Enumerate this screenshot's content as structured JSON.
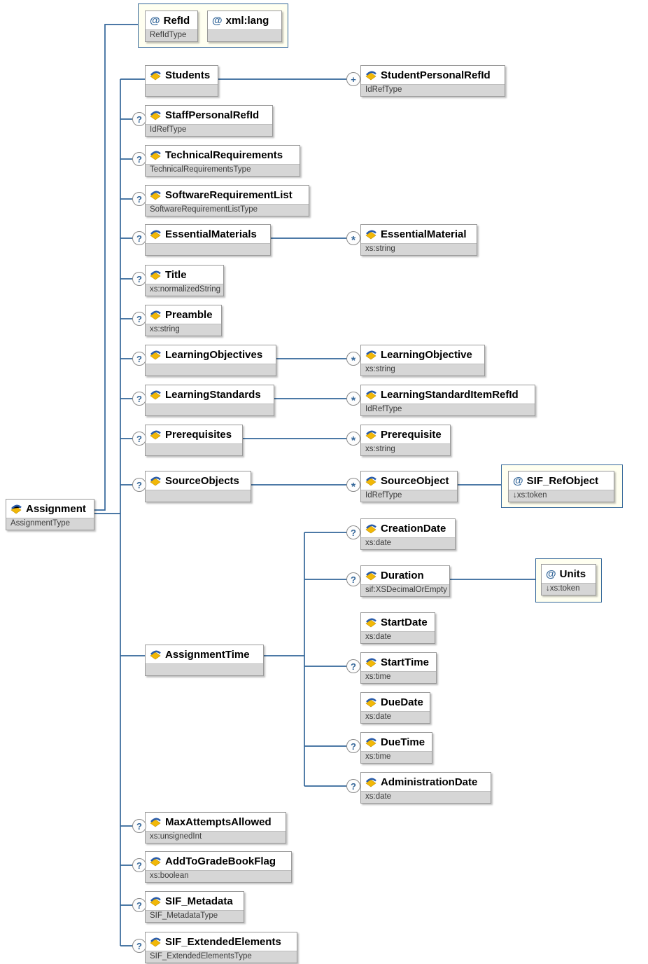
{
  "icons": {
    "attribute": "@"
  },
  "badges": {
    "optional": "?",
    "zero_or_more": "*",
    "one_or_more": "+"
  },
  "colors": {
    "line": "#336699",
    "container_bg": "#fffff0",
    "subtitle_bg": "#d6d6d6",
    "icon_yellow": "#f2b807",
    "icon_blue": "#2a5caa"
  },
  "root": {
    "label": "Assignment",
    "type": "AssignmentType"
  },
  "attributes": {
    "refid": {
      "label": "RefId",
      "type": "RefIdType"
    },
    "xmllang": {
      "label": "xml:lang",
      "type": ""
    },
    "sif_refobject": {
      "label": "SIF_RefObject",
      "type": "↓xs:token"
    },
    "units": {
      "label": "Units",
      "type": "↓xs:token"
    }
  },
  "nodes": {
    "students": {
      "label": "Students",
      "type": ""
    },
    "staffpersonalrefid": {
      "label": "StaffPersonalRefId",
      "type": "IdRefType"
    },
    "technicalrequirements": {
      "label": "TechnicalRequirements",
      "type": "TechnicalRequirementsType"
    },
    "softwarerequirementlist": {
      "label": "SoftwareRequirementList",
      "type": "SoftwareRequirementListType"
    },
    "essentialmaterials": {
      "label": "EssentialMaterials",
      "type": ""
    },
    "title": {
      "label": "Title",
      "type": "xs:normalizedString"
    },
    "preamble": {
      "label": "Preamble",
      "type": "xs:string"
    },
    "learningobjectives": {
      "label": "LearningObjectives",
      "type": ""
    },
    "learningstandards": {
      "label": "LearningStandards",
      "type": ""
    },
    "prerequisites": {
      "label": "Prerequisites",
      "type": ""
    },
    "sourceobjects": {
      "label": "SourceObjects",
      "type": ""
    },
    "assignmenttime": {
      "label": "AssignmentTime",
      "type": ""
    },
    "maxattemptsallowed": {
      "label": "MaxAttemptsAllowed",
      "type": "xs:unsignedInt"
    },
    "addtogradebookflag": {
      "label": "AddToGradeBookFlag",
      "type": "xs:boolean"
    },
    "sif_metadata": {
      "label": "SIF_Metadata",
      "type": "SIF_MetadataType"
    },
    "sif_extendedelements": {
      "label": "SIF_ExtendedElements",
      "type": "SIF_ExtendedElementsType"
    },
    "studentpersonalrefid": {
      "label": "StudentPersonalRefId",
      "type": "IdRefType"
    },
    "essentialmaterial": {
      "label": "EssentialMaterial",
      "type": "xs:string"
    },
    "learningobjective": {
      "label": "LearningObjective",
      "type": "xs:string"
    },
    "learningstandarditemrefid": {
      "label": "LearningStandardItemRefId",
      "type": "IdRefType"
    },
    "prerequisite": {
      "label": "Prerequisite",
      "type": "xs:string"
    },
    "sourceobject": {
      "label": "SourceObject",
      "type": "IdRefType"
    },
    "creationdate": {
      "label": "CreationDate",
      "type": "xs:date"
    },
    "duration": {
      "label": "Duration",
      "type": "sif:XSDecimalOrEmpty"
    },
    "startdate": {
      "label": "StartDate",
      "type": "xs:date"
    },
    "starttime": {
      "label": "StartTime",
      "type": "xs:time"
    },
    "duedate": {
      "label": "DueDate",
      "type": "xs:date"
    },
    "duetime": {
      "label": "DueTime",
      "type": "xs:time"
    },
    "administrationdate": {
      "label": "AdministrationDate",
      "type": "xs:date"
    }
  }
}
